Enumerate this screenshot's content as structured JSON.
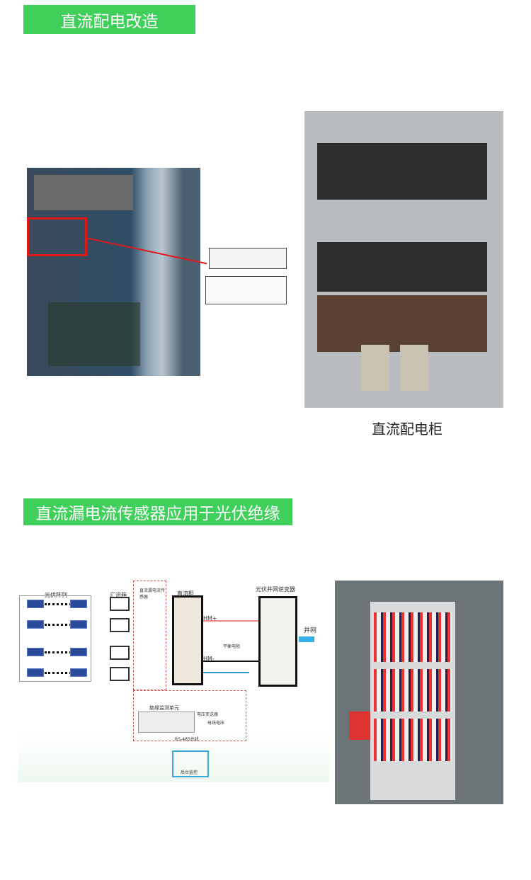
{
  "section1": {
    "title": "直流配电改造",
    "cabinet_caption": "直流配电柜"
  },
  "section2": {
    "title": "直流漏电流传感器应用于光伏绝缘"
  },
  "diagram": {
    "pv_array": "光伏阵列",
    "combiner_box": "汇流箱",
    "leakage_sensor": "直流漏电流传感器",
    "dc_cabinet": "直流柜",
    "inverter": "光伏并网逆变器",
    "hm_plus": "HM+",
    "hm_minus": "HM-",
    "grid": "并网",
    "balance_resistor": "平衡电阻",
    "insulation_unit": "绝缘监测单元",
    "voltage_transmitter": "电压变送器",
    "bus_voltage": "母线电压",
    "rs485": "RS-485总线",
    "monitor": "后台监控"
  },
  "colors": {
    "banner": "#3fcf5a"
  }
}
